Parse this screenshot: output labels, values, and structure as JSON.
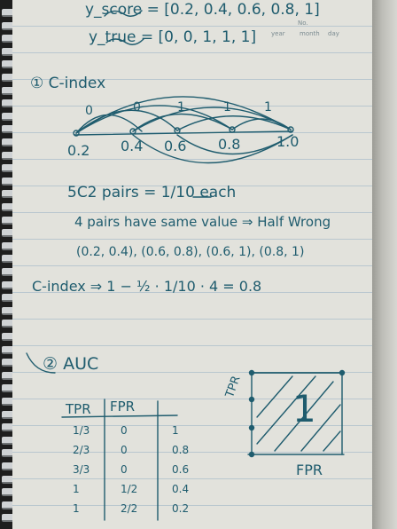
{
  "notebook_header": {
    "no_label": "No.",
    "year_label": "year",
    "month_label": "month",
    "day_label": "day"
  },
  "lines": {
    "y_score": "y_score = [0.2, 0.4, 0.6, 0.8, 1]",
    "y_true": "y_true = [0, 0, 1, 1, 1]",
    "section1_title": "① C-index",
    "pairs": "5C2 pairs = 1/10 each",
    "same_value": "4 pairs have same value ⇒ Half Wrong",
    "pair_list": "(0.2, 0.4), (0.6, 0.8), (0.6, 1), (0.8, 1)",
    "cindex": "C-index ⇒ 1 − ½ · 1/10 · 4 = 0.8",
    "section2_title": "② AUC"
  },
  "cindex_diagram": {
    "labels": [
      "0",
      "0",
      "1",
      "1",
      "1"
    ],
    "scores": [
      "0.2",
      "0.4",
      "0.6",
      "0.8",
      "1.0"
    ]
  },
  "auc_table": {
    "headers": [
      "TPR",
      "FPR"
    ],
    "rows": [
      [
        "1/3",
        "0",
        "1"
      ],
      [
        "2/3",
        "0",
        "0.8"
      ],
      [
        "3/3",
        "0",
        "0.6"
      ],
      [
        "1",
        "1/2",
        "0.4"
      ],
      [
        "1",
        "2/2",
        "0.2"
      ]
    ]
  },
  "roc_plot": {
    "ylabel": "TPR",
    "xlabel": "FPR",
    "area": "1"
  },
  "colors": {
    "ink": "#1f5c6e",
    "paper": "#e2e2dc",
    "rule": "#b9c7cf"
  }
}
